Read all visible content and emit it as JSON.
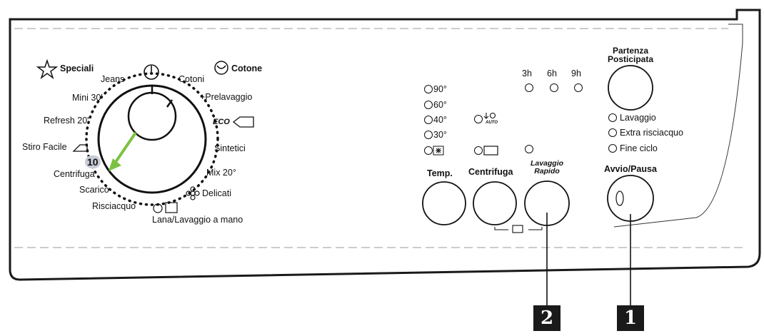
{
  "groups": {
    "speciali": "Speciali",
    "cotone": "Cotone"
  },
  "program_labels": {
    "jeans": "Jeans",
    "mini30": "Mini 30'",
    "refresh20": "Refresh 20'",
    "stiro_facile": "Stiro Facile",
    "number_10": "10",
    "centrifuga": "Centrifuga",
    "scarico": "Scarico",
    "risciacquo": "Risciacquo",
    "lana": "Lana/Lavaggio a mano",
    "delicati": "Delicati",
    "mix20": "Mix 20°",
    "sintetici": "Sintetici",
    "eco": "ECO",
    "prelavaggio": "+Prelavaggio",
    "cotoni": "Cotoni"
  },
  "temperatures": [
    "90°",
    "60°",
    "40°",
    "30°"
  ],
  "auto_label": "AUTO",
  "delay_hours": [
    "3h",
    "6h",
    "9h"
  ],
  "buttons": {
    "temp": "Temp.",
    "centrifuga": "Centrifuga",
    "lavaggio_rapido_1": "Lavaggio",
    "lavaggio_rapido_2": "Rapido",
    "partenza_1": "Partenza",
    "partenza_2": "Posticipata",
    "avvio": "Avvio/Pausa"
  },
  "phase_leds": [
    "Lavaggio",
    "Extra risciacquo",
    "Fine ciclo"
  ],
  "callouts": [
    "1",
    "2"
  ],
  "colors": {
    "arrow": "#7cc242",
    "badge": "#c8ccd6",
    "outline": "#1a1a1a"
  },
  "icons": [
    "star-icon",
    "cotton-icon",
    "power-icon",
    "iron-icon",
    "eco-tag-icon",
    "flower-icon",
    "wool-icon",
    "handwash-icon",
    "stain-icon",
    "spin-auto-icon",
    "child-lock-icon"
  ]
}
